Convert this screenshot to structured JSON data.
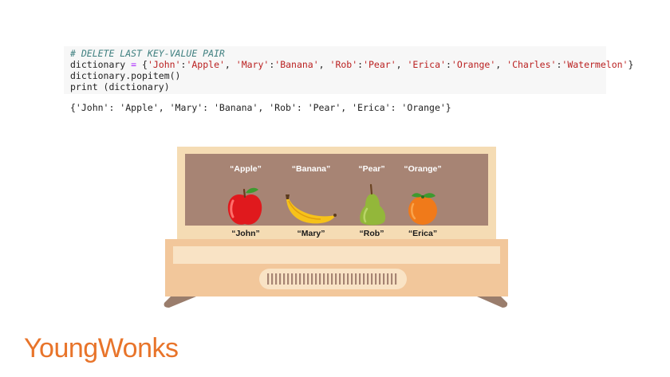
{
  "code": {
    "comment": "# DELETE LAST KEY-VALUE PAIR",
    "line2_pre": "dictionary ",
    "line2_eq": "=",
    "line2_open": " {",
    "line2_pairs": [
      {
        "k": "'John'",
        "v": "'Apple'",
        "sep": ", "
      },
      {
        "k": "'Mary'",
        "v": "'Banana'",
        "sep": ", "
      },
      {
        "k": "'Rob'",
        "v": "'Pear'",
        "sep": ", "
      },
      {
        "k": "'Erica'",
        "v": "'Orange'",
        "sep": ", "
      },
      {
        "k": "'Charles'",
        "v": "'Watermelon'",
        "sep": ""
      }
    ],
    "line2_close": "}",
    "line3": "dictionary.popitem()",
    "line4": "print (dictionary)"
  },
  "output": "{'John': 'Apple', 'Mary': 'Banana', 'Rob': 'Pear', 'Erica': 'Orange'}",
  "fruits": [
    {
      "value": "“Apple”",
      "key": "“John”",
      "icon": "apple-icon"
    },
    {
      "value": "“Banana”",
      "key": "“Mary”",
      "icon": "banana-icon"
    },
    {
      "value": "“Pear”",
      "key": "“Rob”",
      "icon": "pear-icon"
    },
    {
      "value": "“Orange”",
      "key": "“Erica”",
      "icon": "orange-icon"
    }
  ],
  "brand": {
    "name": "YoungWonks",
    "color": "#e8742a"
  }
}
